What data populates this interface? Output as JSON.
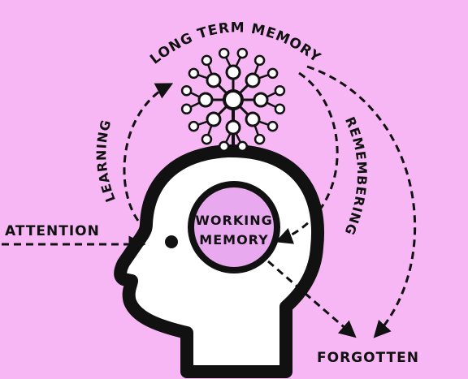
{
  "labels": {
    "long_term_memory": "LONG TERM MEMORY",
    "learning": "LEARNING",
    "remembering": "REMEMBERING",
    "attention": "ATTENTION",
    "working_memory_line1": "WORKING",
    "working_memory_line2": "MEMORY",
    "forgotten": "FORGOTTEN"
  },
  "colors": {
    "background": "#f6b7f4",
    "working_memory_fill": "#e9a9ef",
    "ink": "#111111",
    "head_fill": "#ffffff"
  }
}
